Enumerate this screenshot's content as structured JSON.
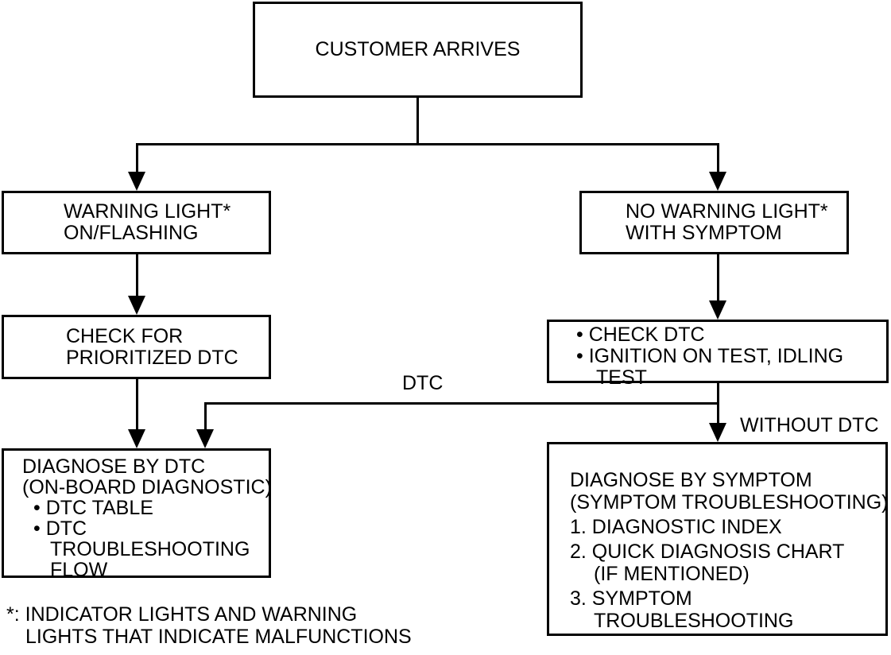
{
  "diagram": {
    "type": "flowchart",
    "colors": {
      "line": "#000000",
      "background": "#ffffff",
      "text": "#000000"
    },
    "nodes": {
      "customer_arrives": {
        "label": "CUSTOMER ARRIVES"
      },
      "warning_light": {
        "lines": [
          "WARNING LIGHT*",
          "ON/FLASHING"
        ]
      },
      "no_warning_light": {
        "lines": [
          "NO WARNING LIGHT*",
          "WITH SYMPTOM"
        ]
      },
      "check_prioritized_dtc": {
        "lines": [
          "CHECK FOR",
          "PRIORITIZED DTC"
        ]
      },
      "check_dtc_tests": {
        "lines": [
          "• CHECK DTC",
          "• IGNITION ON TEST, IDLING",
          "TEST"
        ]
      },
      "diagnose_by_dtc": {
        "lines": [
          "DIAGNOSE BY DTC",
          "(ON-BOARD DIAGNOSTIC)",
          "• DTC TABLE",
          "• DTC",
          "TROUBLESHOOTING",
          "FLOW"
        ]
      },
      "diagnose_by_symptom": {
        "lines": [
          "DIAGNOSE BY SYMPTOM",
          "(SYMPTOM TROUBLESHOOTING)",
          "1. DIAGNOSTIC INDEX",
          "2. QUICK DIAGNOSIS CHART",
          "(IF MENTIONED)",
          "3. SYMPTOM",
          "TROUBLESHOOTING"
        ]
      }
    },
    "edge_labels": {
      "dtc": "DTC",
      "without_dtc": "WITHOUT DTC"
    },
    "footnote": {
      "lines": [
        "*: INDICATOR LIGHTS AND WARNING",
        "LIGHTS THAT INDICATE MALFUNCTIONS"
      ]
    }
  }
}
